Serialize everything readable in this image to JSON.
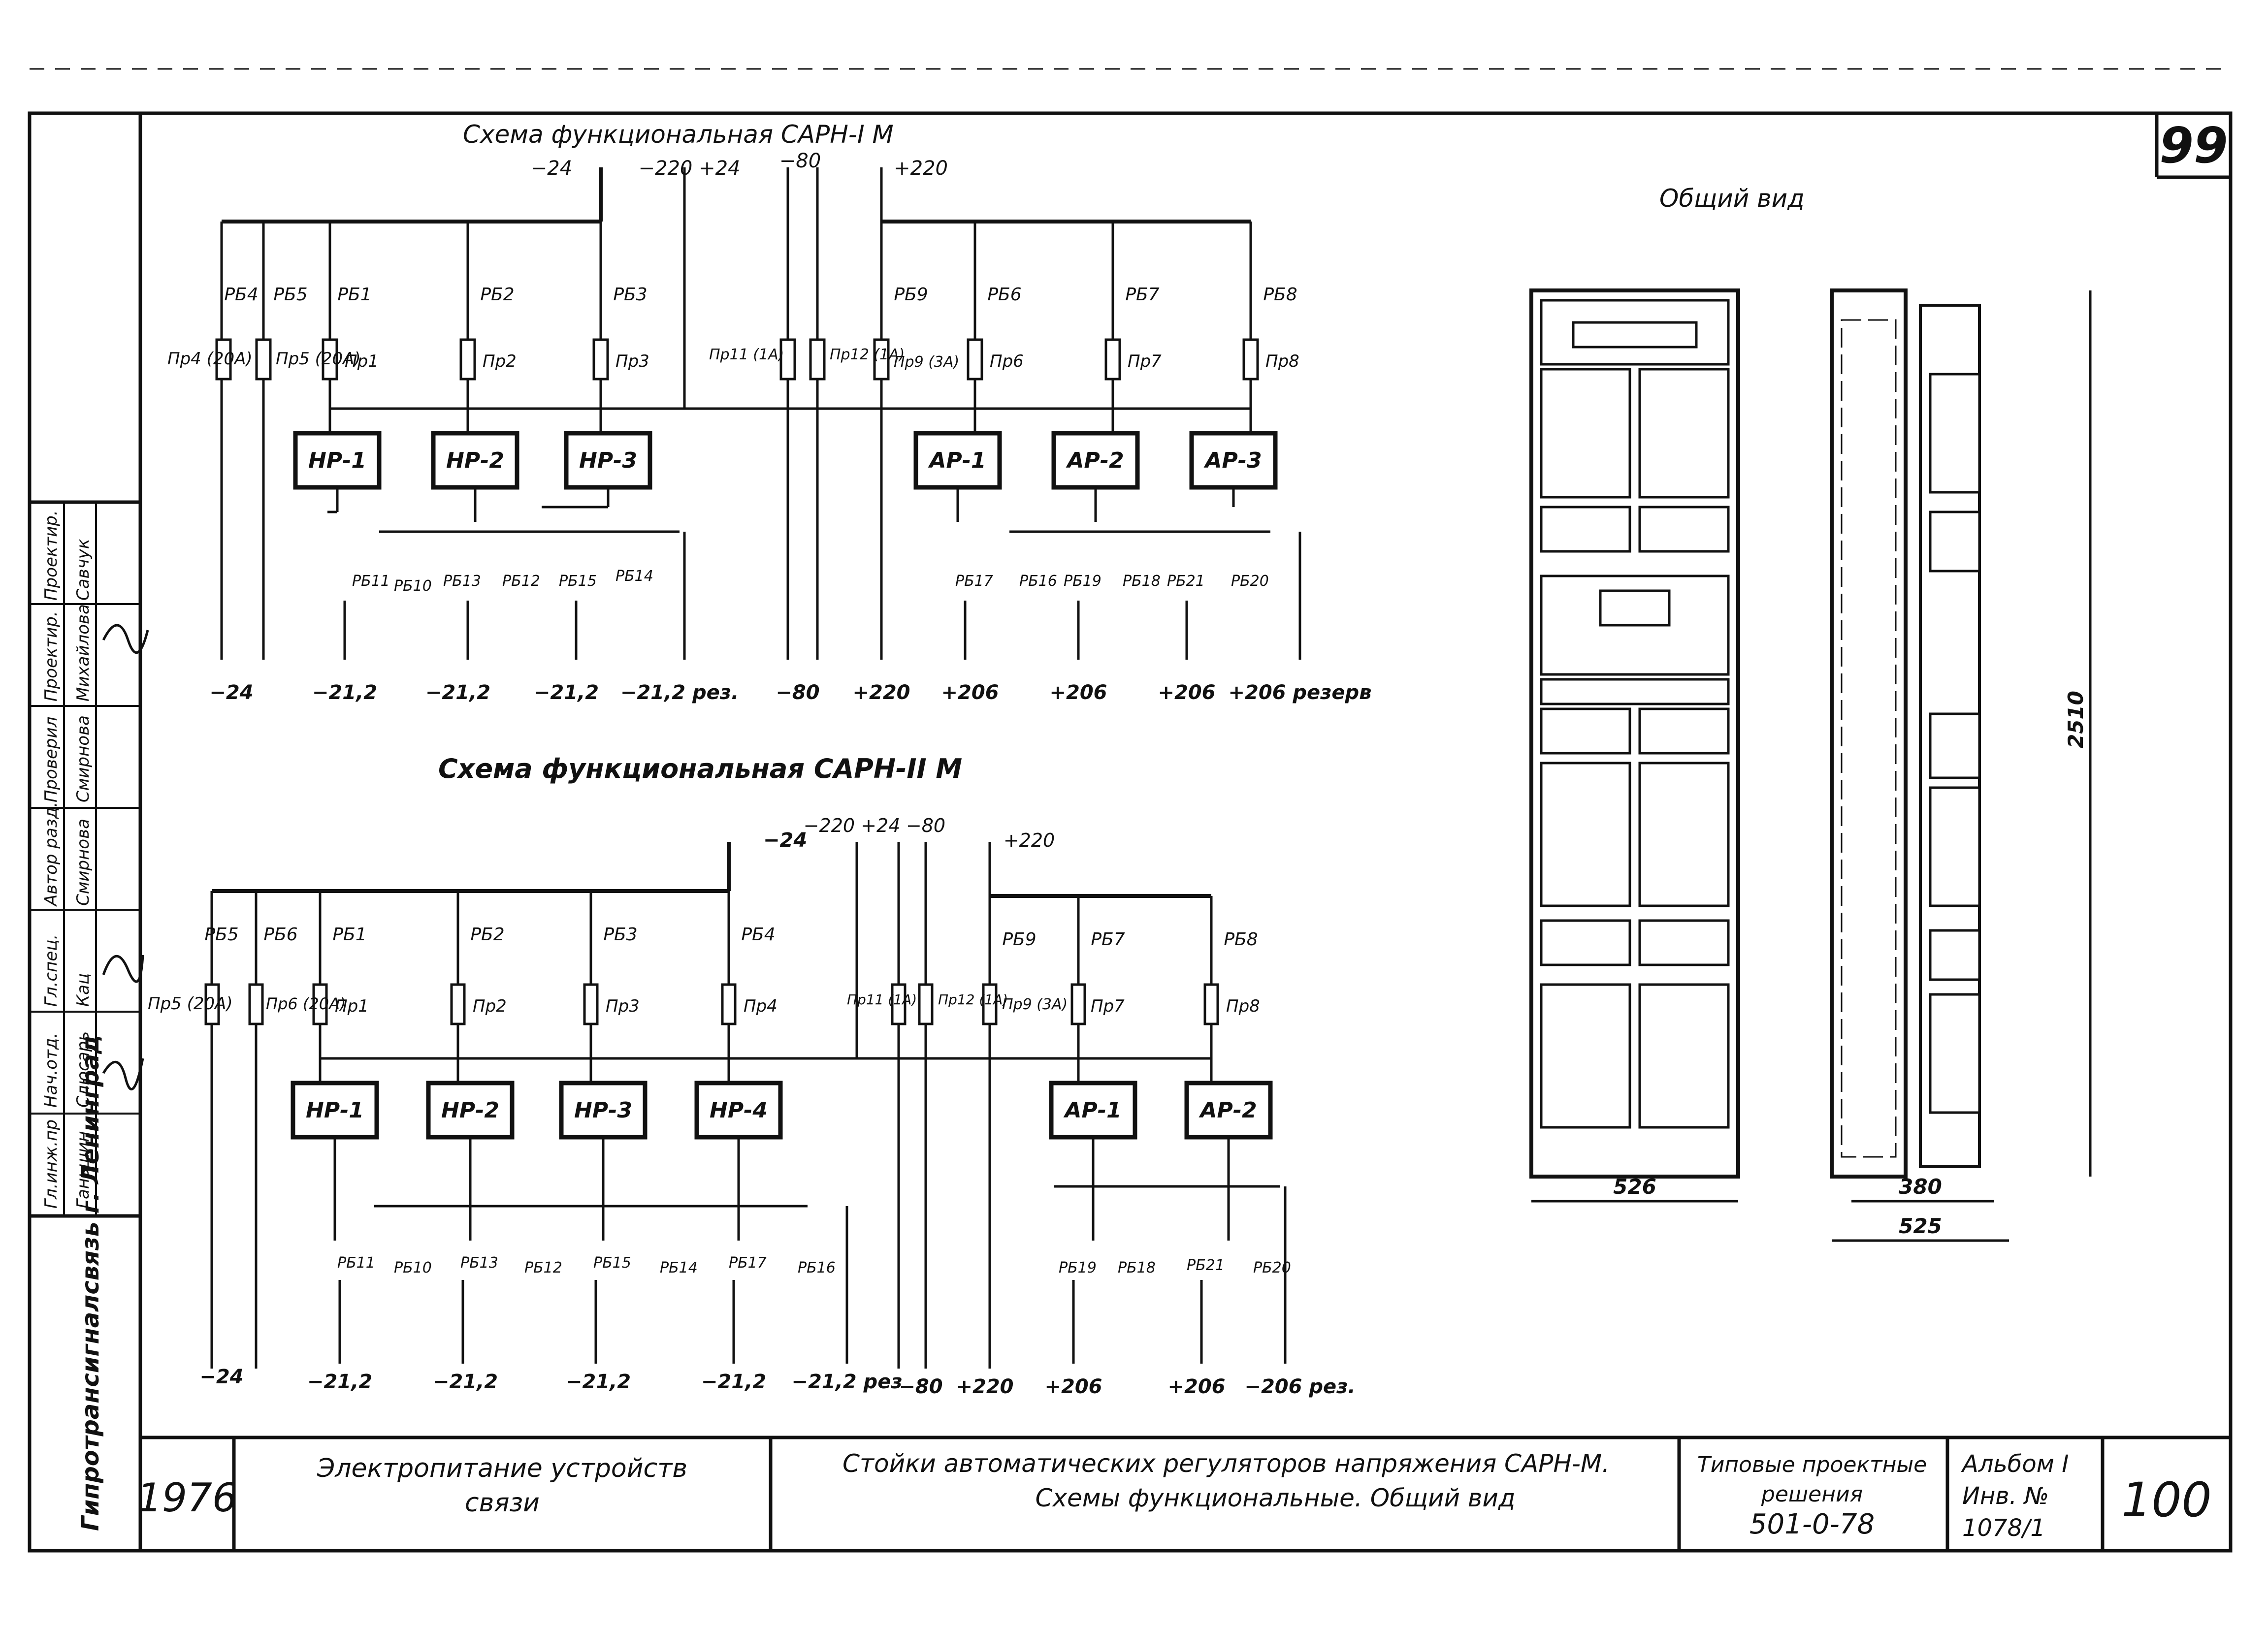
{
  "page_number_top": "99",
  "page_number_bottom": "100",
  "top_diagram": {
    "title": "Схема функциональная САРН-I М",
    "buses": [
      "−24",
      "−220 +24",
      "−80",
      "+220"
    ],
    "switches_left": [
      "РБ4",
      "РБ5",
      "РБ1",
      "РБ2",
      "РБ3"
    ],
    "switches_right": [
      "РБ9",
      "РБ6",
      "РБ7",
      "РБ8"
    ],
    "fuses": [
      "Пр4 (20А)",
      "Пр5 (20А)",
      "Пр1",
      "Пр2",
      "Пр3",
      "Пр11 (1А)",
      "Пр12 (1А)",
      "Пр9 (3А)",
      "Пр6",
      "Пр7",
      "Пр8"
    ],
    "regulators": [
      "НР-1",
      "НР-2",
      "НР-3",
      "АР-1",
      "АР-2",
      "АР-3"
    ],
    "out_switches": [
      "РБ11",
      "РБ10",
      "РБ13",
      "РБ12",
      "РБ15",
      "РБ14",
      "РБ17",
      "РБ16",
      "РБ19",
      "РБ18",
      "РБ21",
      "РБ20"
    ],
    "outputs": [
      "−24",
      "−21,2",
      "−21,2",
      "−21,2",
      "−21,2 рез.",
      "−80",
      "+220",
      "+206",
      "+206",
      "+206",
      "+206 резерв"
    ]
  },
  "bottom_diagram": {
    "title": "Схема функциональная САРН-II М",
    "buses": [
      "−24",
      "−220 +24",
      "−80",
      "+220"
    ],
    "switches_left": [
      "РБ5",
      "РБ6",
      "РБ1",
      "РБ2",
      "РБ3",
      "РБ4"
    ],
    "switches_right": [
      "РБ9",
      "РБ7",
      "РБ8"
    ],
    "fuses": [
      "Пр5 (20А)",
      "Пр6 (20А)",
      "Пр1",
      "Пр2",
      "Пр3",
      "Пр4",
      "Пр11 (1А)",
      "Пр12 (1А)",
      "Пр9 (3А)",
      "Пр7",
      "Пр8"
    ],
    "regulators": [
      "НР-1",
      "НР-2",
      "НР-3",
      "НР-4",
      "АР-1",
      "АР-2"
    ],
    "out_switches": [
      "РБ11",
      "РБ10",
      "РБ13",
      "РБ12",
      "РБ15",
      "РБ14",
      "РБ17",
      "РБ16",
      "РБ19",
      "РБ18",
      "РБ21",
      "РБ20"
    ],
    "outputs": [
      "−24",
      "−21,2",
      "−21,2",
      "−21,2",
      "−21,2",
      "−21,2 рез",
      "−80",
      "+220",
      "+206",
      "+206",
      "−206 рез."
    ]
  },
  "general_view": {
    "title": "Общий вид",
    "dim_height": "2510",
    "dim_front_width": "526",
    "dim_side_depth": "380",
    "dim_side_total": "525"
  },
  "side_stamp": {
    "organization": "Гипротрансигналсвязь г. Ленинград",
    "roles": [
      "Гл.инж.пр",
      "Нач.отд.",
      "Гл.спец.",
      "Автор разд.",
      "Проверил",
      "Проектир.",
      "Проектир."
    ],
    "names": [
      "Ганьшин",
      "Слюсарь",
      "Кац",
      "Смирнова",
      "Смирнова",
      "Михайлова",
      "Савчук"
    ]
  },
  "title_block": {
    "year": "1976",
    "subject_line1": "Электропитание устройств",
    "subject_line2": "связи",
    "description_line1": "Стойки автоматических регуляторов напряжения САРН-М.",
    "description_line2": "Схемы функциональные. Общий вид",
    "series_line1": "Типовые проектные",
    "series_line2": "решения",
    "series_code": "501-0-78",
    "album": "Альбом I",
    "inv_label": "Инв. №",
    "inv_number": "1078/1"
  }
}
